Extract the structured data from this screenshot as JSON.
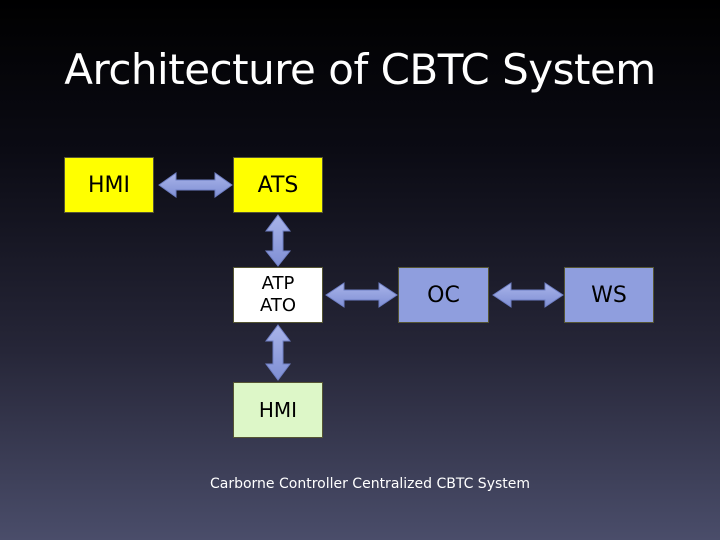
{
  "slide": {
    "title": "Architecture of CBTC System",
    "caption": "Carborne Controller Centralized CBTC System"
  },
  "nodes": {
    "hmi_top": "HMI",
    "ats": "ATS",
    "atp": "ATP",
    "ato": "ATO",
    "oc": "OC",
    "ws": "WS",
    "hmi_bottom": "HMI"
  },
  "colors": {
    "yellow": "#ffff00",
    "white": "#ffffff",
    "blue": "#8f9ede",
    "light_green": "#ddf7c8",
    "arrow": "#8f9ede"
  },
  "edges": [
    {
      "from": "HMI",
      "to": "ATS",
      "direction": "both"
    },
    {
      "from": "ATS",
      "to": "ATP/ATO",
      "direction": "both"
    },
    {
      "from": "ATP/ATO",
      "to": "HMI",
      "direction": "both"
    },
    {
      "from": "ATP/ATO",
      "to": "OC",
      "direction": "both"
    },
    {
      "from": "OC",
      "to": "WS",
      "direction": "both"
    }
  ]
}
